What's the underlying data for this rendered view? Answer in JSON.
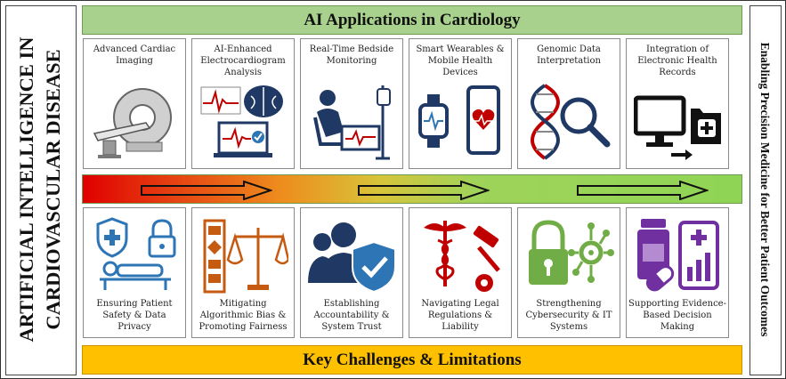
{
  "left_title": "ARTIFICIAL INTELLIGENCE IN CARDIOVASCULAR DISEASE",
  "right_title": "Enabling Precision Medicine for Better Patient Outcomes",
  "top_banner": "AI Applications in Cardiology",
  "bottom_banner": "Key Challenges & Limitations",
  "applications": [
    {
      "label": "Advanced Cardiac Imaging",
      "icon": "ct-scanner-icon"
    },
    {
      "label": "AI-Enhanced Electrocardiogram Analysis",
      "icon": "ecg-brain-laptop-icon"
    },
    {
      "label": "Real-Time Bedside Monitoring",
      "icon": "bedside-monitor-icon"
    },
    {
      "label": "Smart Wearables & Mobile Health Devices",
      "icon": "smartwatch-phone-icon"
    },
    {
      "label": "Genomic Data Interpretation",
      "icon": "dna-magnifier-icon"
    },
    {
      "label": "Integration of Electronic Health Records",
      "icon": "computer-folder-icon"
    }
  ],
  "challenges": [
    {
      "label": "Ensuring Patient Safety & Data Privacy",
      "icon": "patient-lock-icon"
    },
    {
      "label": "Mitigating Algorithmic Bias & Promoting Fairness",
      "icon": "flowchart-scales-icon"
    },
    {
      "label": "Establishing Accountability & System Trust",
      "icon": "users-shield-icon"
    },
    {
      "label": "Navigating Legal Regulations & Liability",
      "icon": "caduceus-gavel-icon"
    },
    {
      "label": "Strengthening Cybersecurity & IT Systems",
      "icon": "lock-network-icon"
    },
    {
      "label": "Supporting Evidence-Based Decision Making",
      "icon": "pills-tablet-icon"
    }
  ],
  "colors": {
    "top_banner": "#a9d18e",
    "bottom_banner": "#ffc000",
    "gradient_start": "#e00000",
    "gradient_end": "#8fd455",
    "icon_navy": "#1f3864",
    "icon_orange": "#c55a11",
    "icon_green": "#70ad47",
    "icon_red": "#c00000",
    "icon_purple": "#7030a0"
  }
}
